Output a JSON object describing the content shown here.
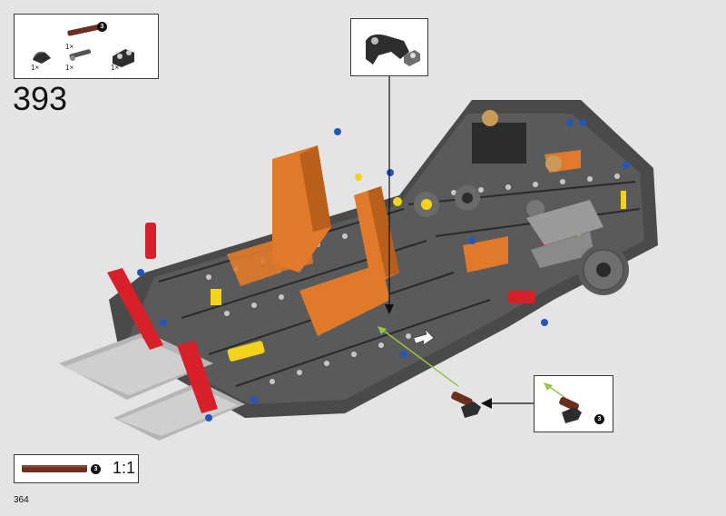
{
  "step": {
    "number": "393"
  },
  "page": {
    "number": "364"
  },
  "parts_callout": {
    "items": [
      {
        "icon": "dark-curved-connector-icon",
        "quantity": "1×"
      },
      {
        "icon": "brown-axle-icon",
        "quantity": "1×",
        "badge": "3"
      },
      {
        "icon": "grey-axle-pin-icon",
        "quantity": "1×"
      },
      {
        "icon": "dark-bushing-connector-icon",
        "quantity": "1×"
      }
    ]
  },
  "submodel_callout": {
    "badge": "3"
  },
  "scale_callout": {
    "badge": "3",
    "scale": "1:1"
  },
  "colors": {
    "frame_dark": "#3b3b3b",
    "frame_light": "#9a9a9a",
    "orange": "#e07a2a",
    "red": "#d8202a",
    "yellow": "#f2d21a",
    "blue": "#2456b8",
    "brown": "#6a2f1f",
    "guide_arrow": "#9cc24a"
  }
}
